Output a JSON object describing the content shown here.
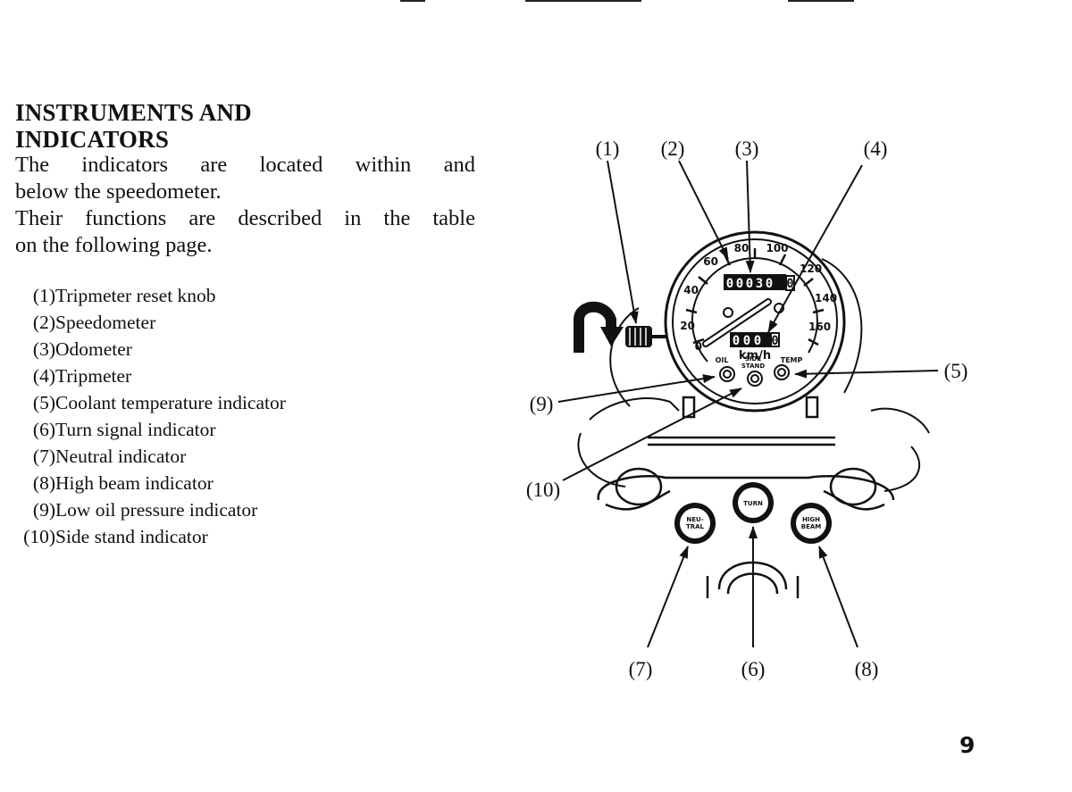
{
  "heading": {
    "line1": "INSTRUMENTS AND",
    "line2": "INDICATORS"
  },
  "intro": {
    "p1a": "The indicators are located within and",
    "p1b": "below the speedometer.",
    "p2a": "Their functions are described in the table",
    "p2b": "on the following page."
  },
  "legend": [
    {
      "num": "(1)",
      "label": "Tripmeter reset knob"
    },
    {
      "num": "(2)",
      "label": "Speedometer"
    },
    {
      "num": "(3)",
      "label": "Odometer"
    },
    {
      "num": "(4)",
      "label": "Tripmeter"
    },
    {
      "num": "(5)",
      "label": "Coolant temperature indicator"
    },
    {
      "num": "(6)",
      "label": "Turn signal indicator"
    },
    {
      "num": "(7)",
      "label": "Neutral indicator"
    },
    {
      "num": "(8)",
      "label": "High beam indicator"
    },
    {
      "num": "(9)",
      "label": "Low oil pressure indicator"
    },
    {
      "num": "(10)",
      "label": "Side stand indicator"
    }
  ],
  "figure": {
    "callouts": {
      "c1": "(1)",
      "c2": "(2)",
      "c3": "(3)",
      "c4": "(4)",
      "c5": "(5)",
      "c6": "(6)",
      "c7": "(7)",
      "c8": "(8)",
      "c9": "(9)",
      "c10": "(10)"
    },
    "dial": {
      "n0": "0",
      "n20": "20",
      "n40": "40",
      "n60": "60",
      "n80": "80",
      "n100": "100",
      "n120": "120",
      "n140": "140",
      "n160": "160",
      "unit": "km/h"
    },
    "odometer_digits": [
      "0",
      "0",
      "0",
      "3",
      "0",
      "0"
    ],
    "tripmeter_digits": [
      "0",
      "0",
      "0",
      "0"
    ],
    "lamp_labels": {
      "oil": "OIL",
      "side1": "SIDE",
      "side2": "STAND",
      "temp": "TEMP",
      "turn": "TURN",
      "neu1": "NEU-",
      "neu2": "TRAL",
      "high1": "HIGH",
      "high2": "BEAM"
    }
  },
  "page_number": "9"
}
